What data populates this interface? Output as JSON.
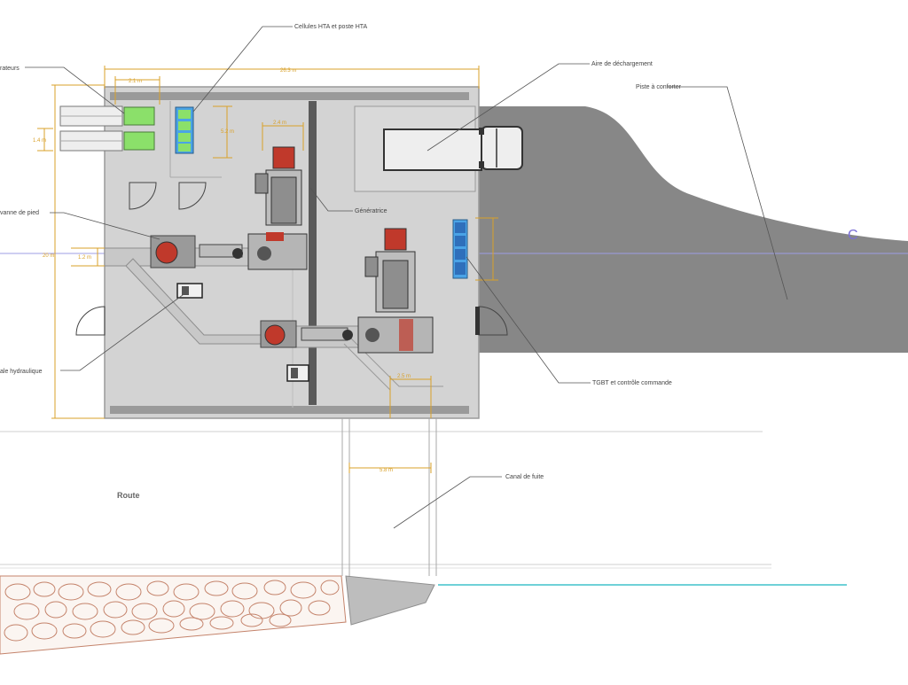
{
  "labels": {
    "cellules_hta": "Cellules HTA et poste HTA",
    "aire_dechargement": "Aire de déchargement",
    "piste_conforter": "Piste à conforter",
    "aerateurs": "rateurs",
    "vanne_pied": "vanne de pied",
    "generatrice": "Génératrice",
    "centrale_hydraulique": "ale hydraulique",
    "tgbt": "TGBT et contrôle commande",
    "canal_fuite": "Canal de fuite",
    "route": "Route",
    "axis_mark": "C"
  },
  "dimensions": {
    "width_total": "26.3 m",
    "d_2_1": "2.1 m",
    "d_1_4": "1.4 m",
    "d_5_2": "5.2 m",
    "d_2_4": "2.4 m",
    "d_1_2": "1.2 m",
    "d_20m": "20 m",
    "d_2_5": "2.5 m",
    "d_5_8": "5.8 m"
  },
  "colors": {
    "accent_dim": "#d9a12a",
    "building": "#d3d3d3",
    "dark_mass": "#878787",
    "cell_green": "#8be06a",
    "cell_blue": "#4aa3e6",
    "water": "#6fd1d8",
    "stone": "#c4836b"
  }
}
